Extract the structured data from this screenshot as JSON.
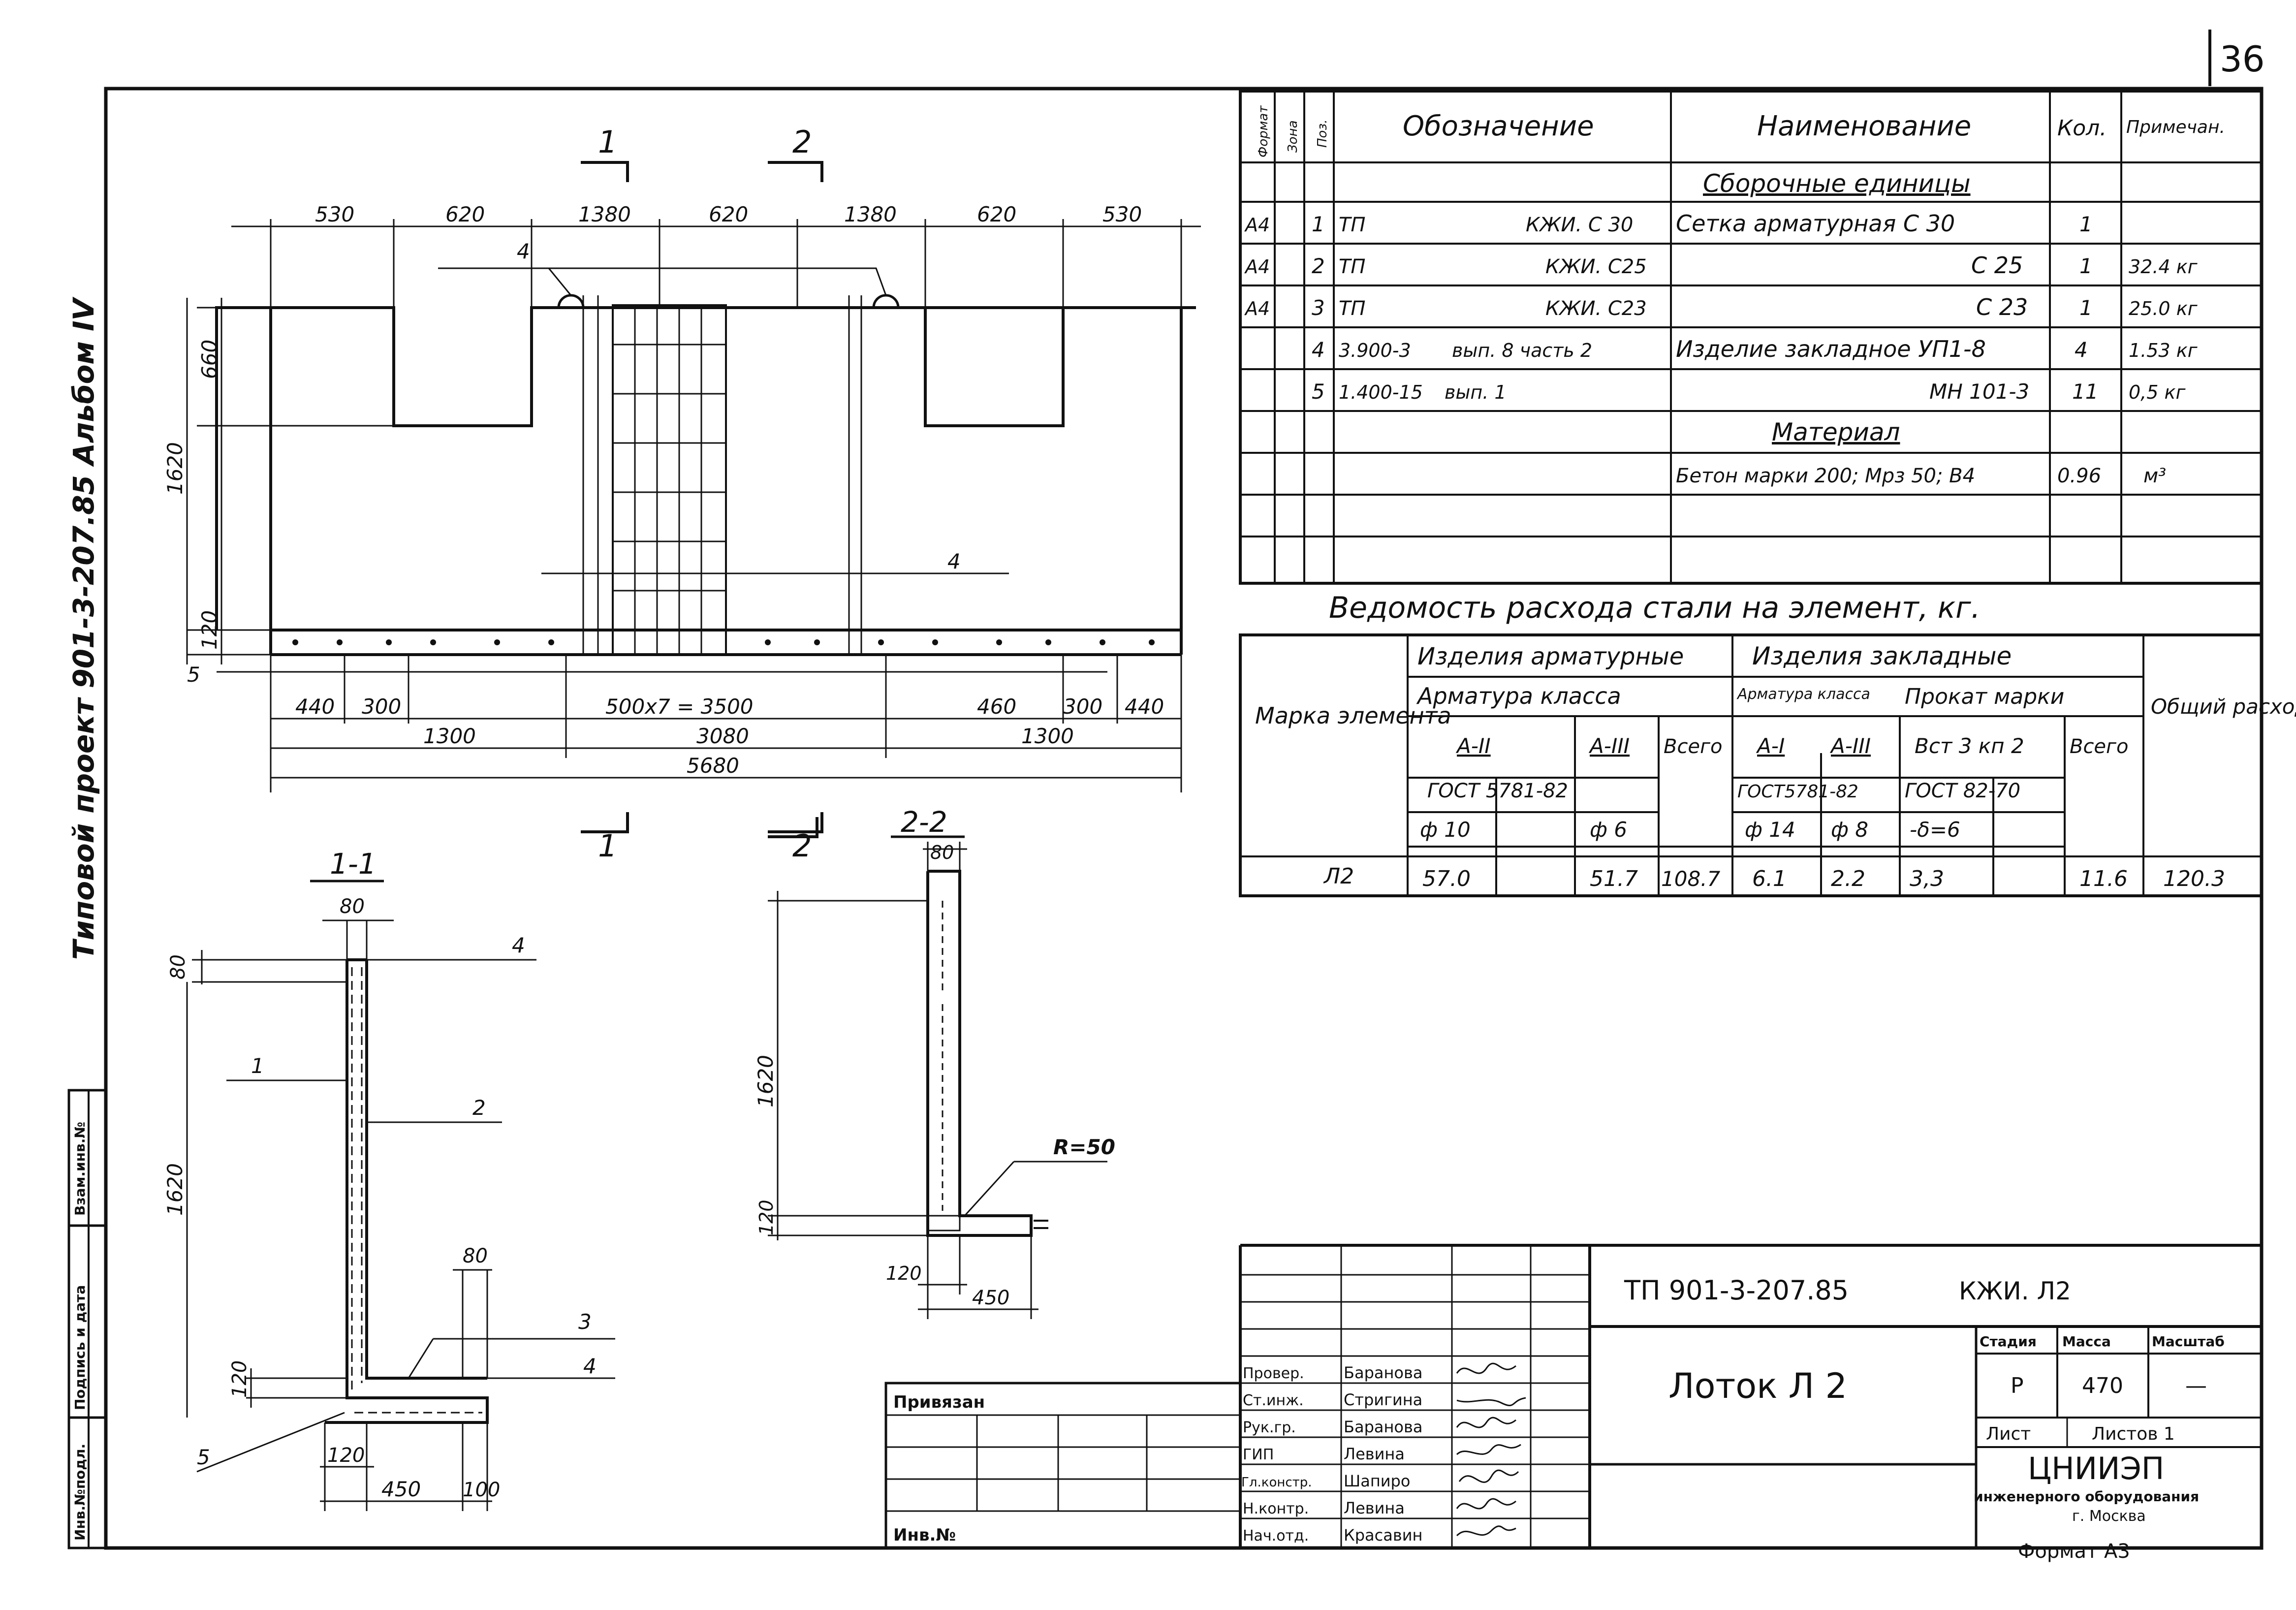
{
  "sheet_number": "36",
  "side_caption": "Типовой проект 901-3-207.85 Альбом IV",
  "side_stamp": {
    "cells": [
      "Инв.№подл.",
      "Подпись и дата",
      "Взам.инв.№"
    ]
  },
  "plan": {
    "section_marks": [
      "1",
      "2",
      "1",
      "2"
    ],
    "top_dims": [
      "530",
      "620",
      "1380",
      "620",
      "1380",
      "620",
      "530"
    ],
    "left_dims": [
      "660",
      "1620",
      "120"
    ],
    "bottom_dims_row1": [
      "440",
      "300",
      "500x7 = 3500",
      "460",
      "300",
      "440"
    ],
    "bottom_dims_row2": [
      "1300",
      "3080",
      "1300"
    ],
    "bottom_dims_row3": [
      "5680"
    ],
    "leaders": [
      "4",
      "4",
      "5"
    ]
  },
  "section_1": {
    "title": "1-1",
    "dims": [
      "80",
      "80",
      "1620",
      "120",
      "80",
      "120",
      "450",
      "100"
    ],
    "leaders": [
      "4",
      "1",
      "2",
      "3",
      "4",
      "5"
    ]
  },
  "section_2": {
    "title": "2-2",
    "dims": [
      "80",
      "1620",
      "120",
      "120",
      "450"
    ],
    "radius": "R=50"
  },
  "spec": {
    "headers": [
      "Формат",
      "Зона",
      "Поз.",
      "Обозначение",
      "Наименование",
      "Кол.",
      "Примечан."
    ],
    "sections": [
      "Сборочные единицы",
      "Материал"
    ],
    "rows": [
      {
        "fmt": "А4",
        "pos": "1",
        "code_a": "ТП",
        "code_b": "КЖИ. С 30",
        "name": "Сетка арматурная   С 30",
        "qty": "1",
        "note": ""
      },
      {
        "fmt": "А4",
        "pos": "2",
        "code_a": "ТП",
        "code_b": "КЖИ. С25",
        "name": "С 25",
        "qty": "1",
        "note": "32.4 кг"
      },
      {
        "fmt": "А4",
        "pos": "3",
        "code_a": "ТП",
        "code_b": "КЖИ. С23",
        "name": "С 23",
        "qty": "1",
        "note": "25.0 кг"
      },
      {
        "fmt": "",
        "pos": "4",
        "code_a": "3.900-3",
        "code_b": "вып. 8 часть 2",
        "name": "Изделие закладное УП1-8",
        "qty": "4",
        "note": "1.53 кг"
      },
      {
        "fmt": "",
        "pos": "5",
        "code_a": "1.400-15",
        "code_b": "вып. 1",
        "name": "МН 101-3",
        "qty": "11",
        "note": "0,5 кг"
      },
      {
        "fmt": "",
        "pos": "",
        "code_a": "",
        "code_b": "",
        "name": "Бетон марки 200; Мрз 50; В4",
        "qty": "0.96",
        "note": "м³"
      }
    ]
  },
  "steel": {
    "title": "Ведомость расхода стали на элемент, кг.",
    "h_mark": "Марка элемента",
    "h_rebar": "Изделия арматурные",
    "h_rebar_class": "Арматура класса",
    "h_embed": "Изделия закладные",
    "h_embed_class": "Арматура класса",
    "h_rolled": "Прокат марки",
    "h_total": "Общий расход",
    "h_all": "Всего",
    "classes": [
      "А-II",
      "А-III",
      "А-I",
      "А-III",
      "Вст 3 кп 2"
    ],
    "gosts": [
      "ГОСТ 5781-82",
      "ГОСТ5781-82",
      "ГОСТ 82-70"
    ],
    "diams": [
      "ф 10",
      "ф 6",
      "ф 14",
      "ф 8",
      "-δ=6"
    ],
    "values": [
      "Л2",
      "57.0",
      "51.7",
      "108.7",
      "6.1",
      "2.2",
      "3,3",
      "11.6",
      "120.3"
    ]
  },
  "title_block": {
    "doc_code": "ТП 901-3-207.85",
    "doc_mark": "КЖИ. Л2",
    "element_name": "Лоток   Л 2",
    "stage_header": "Стадия",
    "mass_header": "Масса",
    "scale_header": "Масштаб",
    "stage": "Р",
    "mass": "470",
    "scale": "—",
    "sheet_label": "Лист",
    "sheets_label": "Листов 1",
    "org_name": "ЦНИИЭП",
    "org_line2": "инженерного оборудования",
    "org_line3": "г. Москва",
    "format": "Формат А3",
    "bound": "Привязан",
    "inv": "Инв.№",
    "roles": [
      "Провер.",
      "Ст.инж.",
      "Рук.гр.",
      "ГИП",
      "Гл.констр.",
      "Н.контр.",
      "Нач.отд."
    ],
    "names": [
      "Баранова",
      "Стригина",
      "Баранова",
      "Левина",
      "Шапиро",
      "Левина",
      "Красавин"
    ]
  }
}
